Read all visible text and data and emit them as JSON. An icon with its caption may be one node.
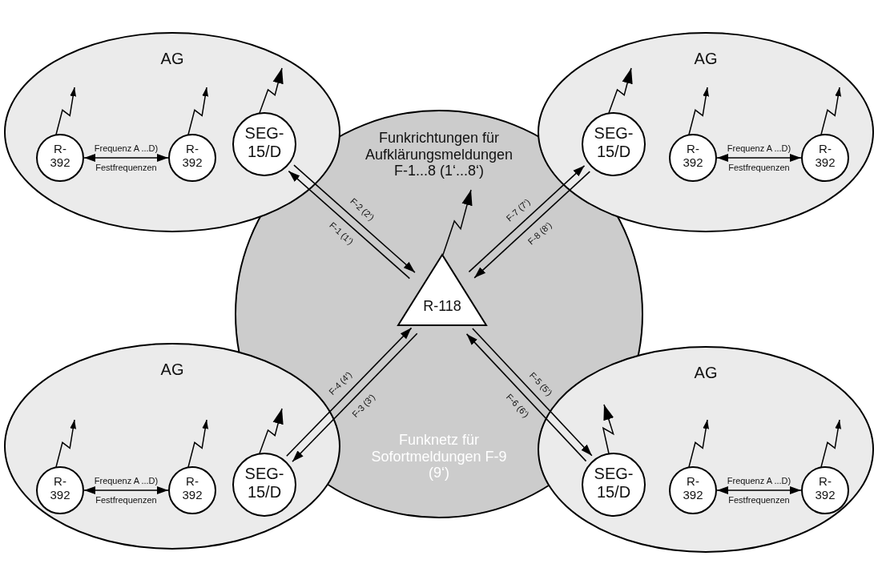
{
  "diagram": {
    "nodes": [
      {
        "text": [
          "AG"
        ]
      },
      {
        "text": [
          "R-392"
        ],
        "in": 0
      },
      {
        "text": [
          "R-392"
        ],
        "in": 0
      },
      {
        "text": [
          "SEG-15/D"
        ]
      },
      {
        "text": [
          "AG"
        ]
      },
      {
        "text": [
          "SEG-15/D"
        ]
      },
      {
        "text": [
          "R-392"
        ],
        "in": 4
      },
      {
        "text": [
          "R-392"
        ],
        "in": 4
      },
      {
        "text": [
          "Funkrichtungen für Aufklärungsmeldungen F-1...8 (1‘...8‘)",
          "Funknetz für Sofortmeldungen F-9 (9‘)"
        ]
      },
      {
        "text": [
          "R-118"
        ],
        "in": 8
      },
      {
        "text": [
          "AG"
        ]
      },
      {
        "text": [
          "R-392"
        ],
        "in": 10
      },
      {
        "text": [
          "R-392"
        ],
        "in": 10
      },
      {
        "text": [
          "SEG-15/D"
        ]
      },
      {
        "text": [
          "AG"
        ]
      },
      {
        "text": [
          "SEG-15/D"
        ]
      },
      {
        "text": [
          "R-392"
        ],
        "in": 14
      },
      {
        "text": [
          "R-392"
        ],
        "in": 14
      }
    ],
    "edges": [
      {
        "from": 1,
        "to": 2,
        "arrow": "both",
        "label": "Frequenz A ...D) Festfrequenzen"
      },
      {
        "from": 9,
        "to": 3,
        "arrow": "to",
        "label": "F-1 (1‘)"
      },
      {
        "from": 3,
        "to": 9,
        "arrow": "to",
        "label": "F-2 (2‘)"
      },
      {
        "from": 9,
        "to": 13,
        "arrow": "to",
        "label": "F-3 (3‘)"
      },
      {
        "from": 13,
        "to": 9,
        "arrow": "to",
        "label": "F-4 (4‘)"
      },
      {
        "from": 9,
        "to": 15,
        "arrow": "to",
        "label": "F-5 (5‘)"
      },
      {
        "from": 15,
        "to": 9,
        "arrow": "to",
        "label": "F-6 (6‘)"
      },
      {
        "from": 9,
        "to": 5,
        "arrow": "to",
        "label": "F-7 (7‘)"
      },
      {
        "from": 5,
        "to": 9,
        "arrow": "to",
        "label": "F-8 (8‘)"
      },
      {
        "from": 6,
        "to": 7,
        "arrow": "both",
        "label": "Frequenz A ...D) Festfrequenzen"
      },
      {
        "from": 11,
        "to": 12,
        "arrow": "both",
        "label": "Frequenz A ...D) Festfrequenzen"
      },
      {
        "from": 16,
        "to": 17,
        "arrow": "both",
        "label": "Frequenz A ...D) Festfrequenzen"
      },
      {
        "from": 1,
        "to": null,
        "arrow": "to"
      },
      {
        "from": 2,
        "to": null,
        "arrow": "to"
      },
      {
        "from": 3,
        "to": null,
        "arrow": "to"
      },
      {
        "from": 5,
        "to": null,
        "arrow": "to"
      },
      {
        "from": 6,
        "to": null,
        "arrow": "to"
      },
      {
        "from": 7,
        "to": null,
        "arrow": "to"
      },
      {
        "from": 9,
        "to": null,
        "arrow": "to"
      },
      {
        "from": 11,
        "to": null,
        "arrow": "to"
      },
      {
        "from": 12,
        "to": null,
        "arrow": "to"
      },
      {
        "from": 13,
        "to": null,
        "arrow": "to"
      },
      {
        "from": 15,
        "to": null,
        "arrow": "to"
      },
      {
        "from": 16,
        "to": null,
        "arrow": "to"
      },
      {
        "from": 17,
        "to": null,
        "arrow": "to"
      }
    ]
  }
}
